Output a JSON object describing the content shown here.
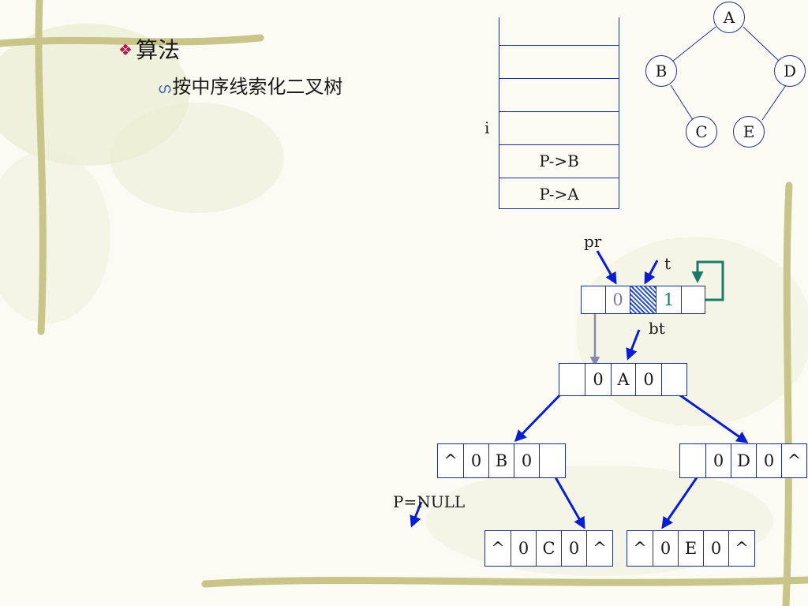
{
  "slide": {
    "title": "算法",
    "subtitle": "按中序线索化二叉树"
  },
  "stack": {
    "pointer_label": "i",
    "cells": [
      "",
      "",
      "",
      "",
      "P->B",
      "P->A"
    ]
  },
  "tree": {
    "nodes": [
      "A",
      "B",
      "D",
      "C",
      "E"
    ]
  },
  "pointers": {
    "pr": "pr",
    "t": "t",
    "bt": "bt",
    "p_null": "P=NULL"
  },
  "head_node": {
    "ltag": "0",
    "rtag": "1"
  },
  "records": {
    "A": {
      "ltag": "0",
      "data": "A",
      "rtag": "0"
    },
    "B": {
      "lchild": "^",
      "ltag": "0",
      "data": "B",
      "rtag": "0"
    },
    "D": {
      "ltag": "0",
      "data": "D",
      "rtag": "0",
      "rchild": "^"
    },
    "C": {
      "lchild": "^",
      "ltag": "0",
      "data": "C",
      "rtag": "0",
      "rchild": "^"
    },
    "E": {
      "lchild": "^",
      "ltag": "0",
      "data": "E",
      "rtag": "0",
      "rchild": "^"
    }
  },
  "colors": {
    "arrow": "#0a1ed0",
    "thread_arrow": "#1a7a6a",
    "link_arrow": "#8888aa",
    "null_caret": "#e0301e",
    "title_bullet": "#b5164e"
  }
}
